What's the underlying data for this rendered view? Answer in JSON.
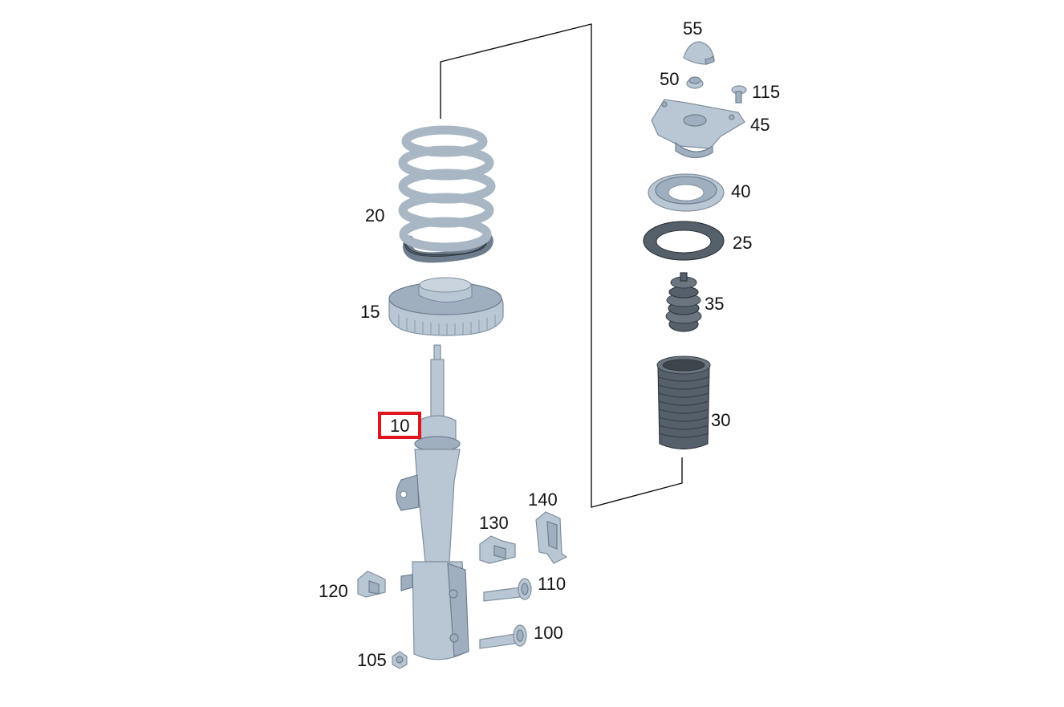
{
  "labels": {
    "p55": "55",
    "p50": "50",
    "p115": "115",
    "p45": "45",
    "p40": "40",
    "p25": "25",
    "p35": "35",
    "p30": "30",
    "p20": "20",
    "p15": "15",
    "p10": "10",
    "p140": "140",
    "p130": "130",
    "p110": "110",
    "p120": "120",
    "p100": "100",
    "p105": "105"
  },
  "highlighted_part": "10",
  "colors": {
    "highlight": "#e0141e",
    "metal": "#b9c6d3",
    "rubber": "#56606b"
  }
}
